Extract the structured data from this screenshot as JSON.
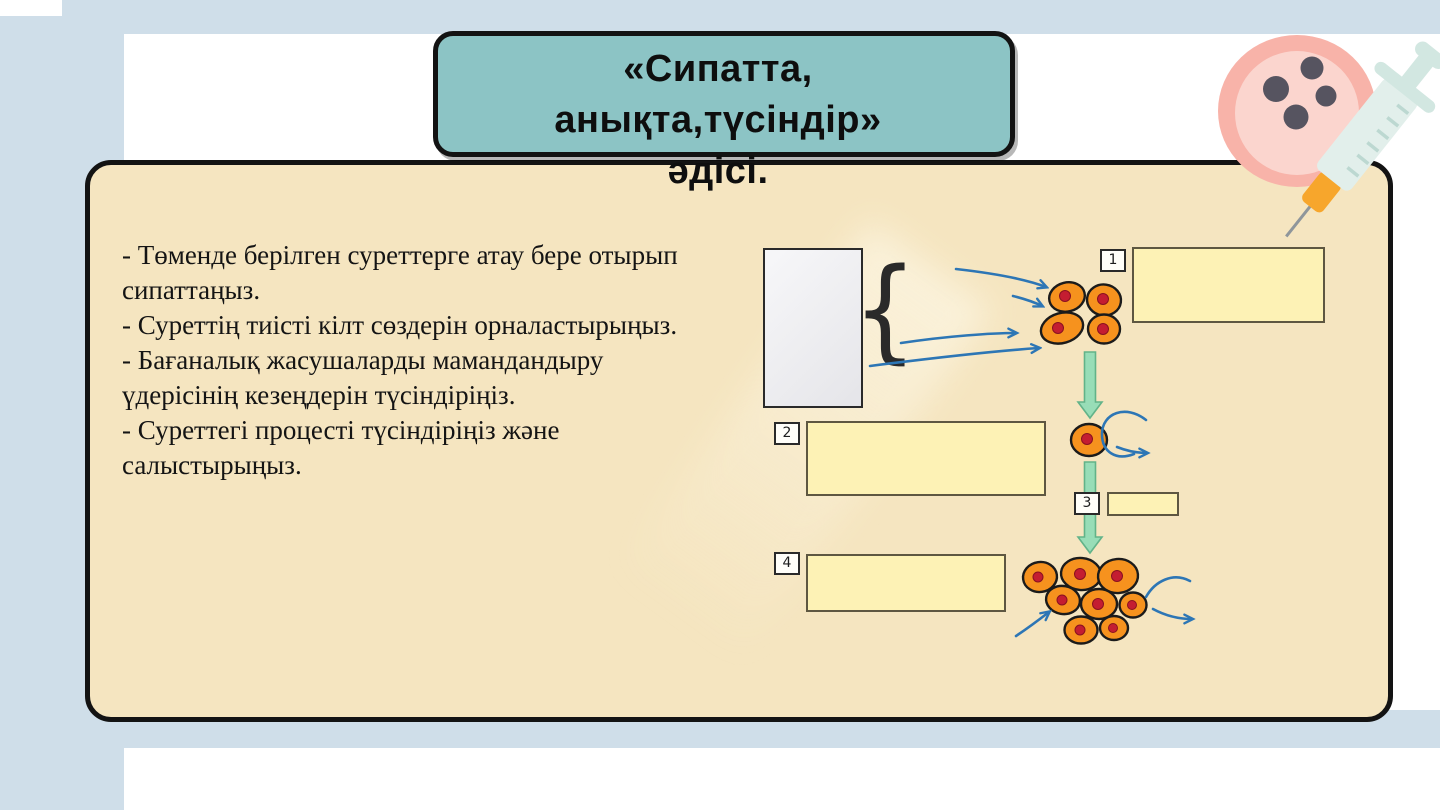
{
  "slide": {
    "title": "«Сипатта,\nанықта,түсіндір»\nәдісі.",
    "instructions": [
      "- Төменде берілген суреттерге атау бере отырып\nсипаттаңыз.",
      "- Суреттің тиісті кілт сөздерін орналастырыңыз.",
      "- Бағаналық жасушаларды мамандандыру\nүдерісінің кезеңдерін түсіндіріңіз.",
      "- Суреттегі процесті түсіндіріңіз және\nсалыстырыңыз."
    ],
    "diagram": {
      "step_numbers": [
        "1",
        "2",
        "3",
        "4"
      ],
      "brace_glyph": "{"
    },
    "colors": {
      "background_accent": "#cfdee9",
      "panel_fill": "#f5e5c0",
      "title_box_fill": "#8cc4c5",
      "label_box_fill": "#fdf2b5",
      "cell_orange": "#f6921e",
      "cell_nucleus_red": "#c41d31",
      "arrow_blue": "#2d76b5",
      "arrow_green": "#98ddb7",
      "egg_cell_pink": "#f8b3a9",
      "syringe_teal": "#e2efeb",
      "syringe_hub_orange": "#f7a62c"
    }
  }
}
